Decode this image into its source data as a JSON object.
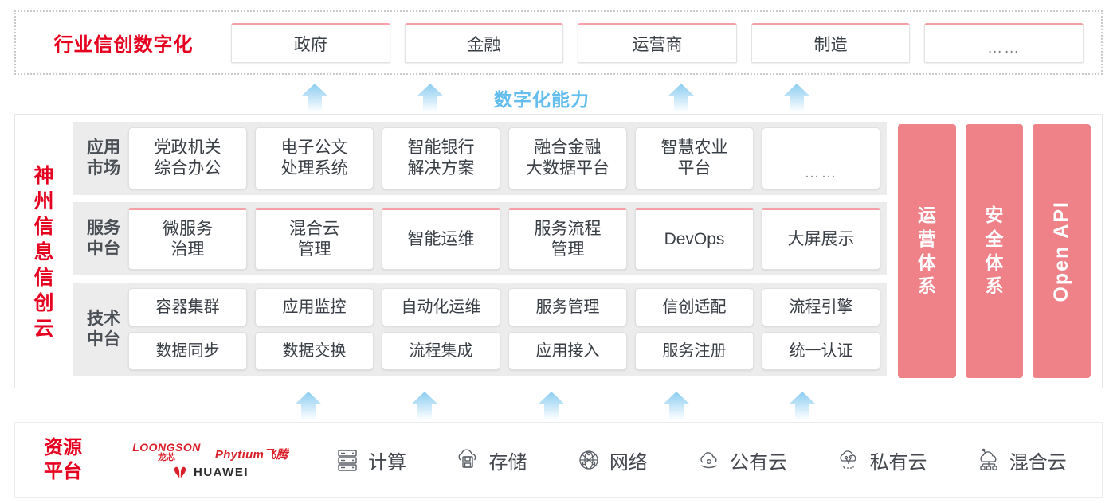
{
  "industry": {
    "title": "行业信创数字化",
    "boxes": [
      {
        "label": "政府"
      },
      {
        "label": "金融"
      },
      {
        "label": "运营商"
      },
      {
        "label": "制造"
      },
      {
        "label": "……"
      }
    ]
  },
  "capability_label": "数字化能力",
  "cloud": {
    "title_chars": [
      "神",
      "州",
      "信",
      "息",
      "信",
      "创",
      "云"
    ],
    "bands": [
      {
        "label_lines": [
          "应用",
          "市场"
        ],
        "name": "application-market",
        "cells": [
          {
            "label": "党政机关\n综合办公"
          },
          {
            "label": "电子公文\n处理系统"
          },
          {
            "label": "智能银行\n解决方案"
          },
          {
            "label": "融合金融\n大数据平台"
          },
          {
            "label": "智慧农业\n平台"
          },
          {
            "label": "……"
          }
        ]
      },
      {
        "label_lines": [
          "服务",
          "中台"
        ],
        "name": "service-platform",
        "cells": [
          {
            "label": "微服务\n治理"
          },
          {
            "label": "混合云\n管理"
          },
          {
            "label": "智能运维"
          },
          {
            "label": "服务流程\n管理"
          },
          {
            "label": "DevOps"
          },
          {
            "label": "大屏展示"
          }
        ]
      },
      {
        "label_lines": [
          "技术",
          "中台"
        ],
        "name": "technology-platform",
        "row1": [
          {
            "label": "容器集群"
          },
          {
            "label": "应用监控"
          },
          {
            "label": "自动化运维"
          },
          {
            "label": "服务管理"
          },
          {
            "label": "信创适配"
          },
          {
            "label": "流程引擎"
          }
        ],
        "row2": [
          {
            "label": "数据同步"
          },
          {
            "label": "数据交换"
          },
          {
            "label": "流程集成"
          },
          {
            "label": "应用接入"
          },
          {
            "label": "服务注册"
          },
          {
            "label": "统一认证"
          }
        ]
      }
    ],
    "vertical_panels": [
      {
        "label_chars": [
          "运",
          "营",
          "体",
          "系"
        ],
        "type": "cn",
        "name": "operations-system"
      },
      {
        "label_chars": [
          "安",
          "全",
          "体",
          "系"
        ],
        "type": "cn",
        "name": "security-system"
      },
      {
        "label": "Open API",
        "type": "en",
        "name": "open-api"
      }
    ]
  },
  "resource": {
    "title_lines": [
      "资源",
      "平台"
    ],
    "vendors": [
      {
        "name": "loongson",
        "en": "LOONGSON",
        "cn": "龙芯"
      },
      {
        "name": "phytium",
        "label": "Phytium飞腾"
      },
      {
        "name": "huawei",
        "label": "HUAWEI"
      }
    ],
    "items": [
      {
        "label": "计算",
        "icon": "server-icon"
      },
      {
        "label": "存储",
        "icon": "cloud-storage-icon"
      },
      {
        "label": "网络",
        "icon": "network-globe-icon"
      },
      {
        "label": "公有云",
        "icon": "public-cloud-icon"
      },
      {
        "label": "私有云",
        "icon": "private-cloud-icon"
      },
      {
        "label": "混合云",
        "icon": "hybrid-cloud-icon"
      }
    ]
  },
  "colors": {
    "brand_red": "#e60020",
    "pink_panel": "#ef8289",
    "pink_border": "#f3a0a6",
    "arrow_blue": "#aedcf5",
    "capability_blue": "#63bdee",
    "band_gray": "#ececec"
  }
}
